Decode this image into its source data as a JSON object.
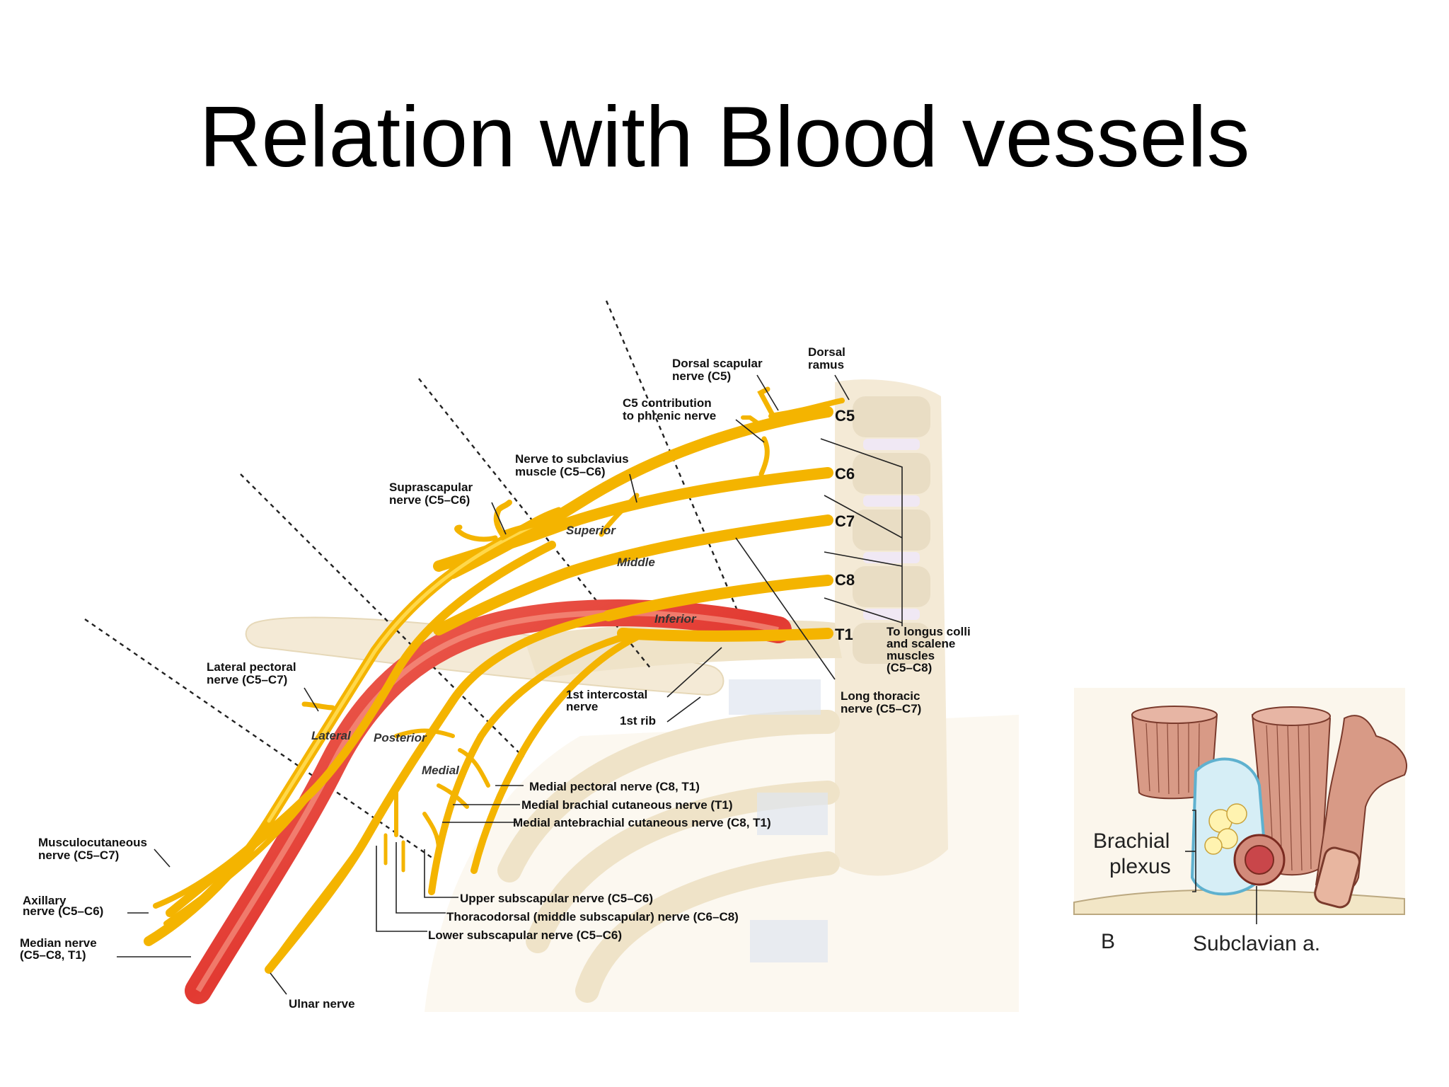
{
  "slide": {
    "title": "Relation with Blood vessels"
  },
  "main_diagram": {
    "roots": [
      "C5",
      "C6",
      "C7",
      "C8",
      "T1"
    ],
    "trunks": [
      "Superior",
      "Middle",
      "Inferior"
    ],
    "cords": [
      "Lateral",
      "Posterior",
      "Medial"
    ],
    "labels": {
      "dorsal_ramus": [
        "Dorsal",
        "ramus"
      ],
      "dorsal_scapular": [
        "Dorsal scapular",
        "nerve (C5)"
      ],
      "c5_phrenic": [
        "C5 contribution",
        "to phrenic nerve"
      ],
      "subclavius": [
        "Nerve to subclavius",
        "muscle (C5–C6)"
      ],
      "suprascapular": [
        "Suprascapular",
        "nerve (C5–C6)"
      ],
      "longus_colli": [
        "To longus colli",
        "and scalene",
        "muscles",
        "(C5–C8)"
      ],
      "long_thoracic": [
        "Long thoracic",
        "nerve (C5–C7)"
      ],
      "intercostal": [
        "1st intercostal",
        "nerve"
      ],
      "first_rib": "1st rib",
      "lateral_pectoral": [
        "Lateral pectoral",
        "nerve (C5–C7)"
      ],
      "medial_pectoral": "Medial pectoral nerve (C8, T1)",
      "medial_brachial": "Medial brachial cutaneous nerve (T1)",
      "medial_antebrachial": "Medial antebrachial cutaneous nerve (C8, T1)",
      "musculocutaneous": [
        "Musculocutaneous",
        "nerve (C5–C7)"
      ],
      "axillary": [
        "Axillary",
        "nerve (C5–C6)"
      ],
      "median": [
        "Median nerve",
        "(C5–C8, T1)"
      ],
      "upper_subscapular": "Upper subscapular nerve (C5–C6)",
      "thoracodorsal": "Thoracodorsal (middle subscapular) nerve (C6–C8)",
      "lower_subscapular": "Lower subscapular nerve (C5–C6)",
      "ulnar": "Ulnar nerve"
    },
    "colors": {
      "nerve": "#f4b400",
      "artery": "#e8413c",
      "bone": "#f1e6cf"
    }
  },
  "inset": {
    "panel_letter": "B",
    "brachial_plexus": [
      "Brachial",
      "plexus"
    ],
    "subclavian": "Subclavian a."
  }
}
